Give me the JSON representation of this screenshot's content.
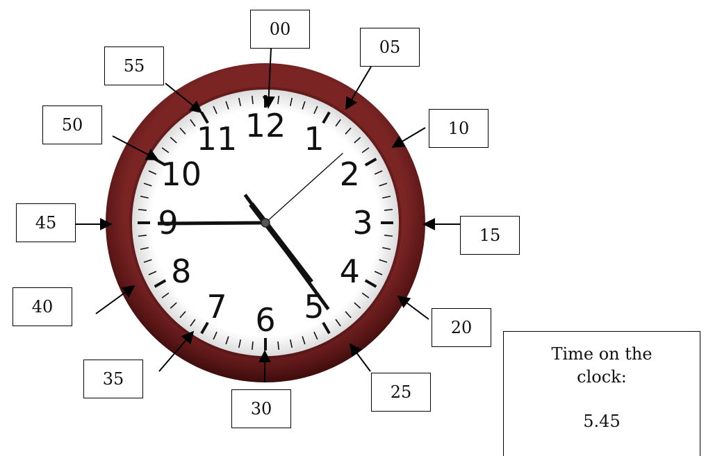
{
  "clock": {
    "numerals": [
      "12",
      "1",
      "2",
      "3",
      "4",
      "5",
      "6",
      "7",
      "8",
      "9",
      "10",
      "11"
    ],
    "hands": {
      "hour": 4.75,
      "minute": 24.0,
      "second": 8.0
    },
    "colors": {
      "rim": "#6b1e1e",
      "face": "#ffffff",
      "hands": "#111111"
    }
  },
  "minute_labels": [
    "00",
    "05",
    "10",
    "15",
    "20",
    "25",
    "30",
    "35",
    "40",
    "45",
    "50",
    "55"
  ],
  "time_box": {
    "label": "Time on the clock:",
    "value": "5.45"
  }
}
